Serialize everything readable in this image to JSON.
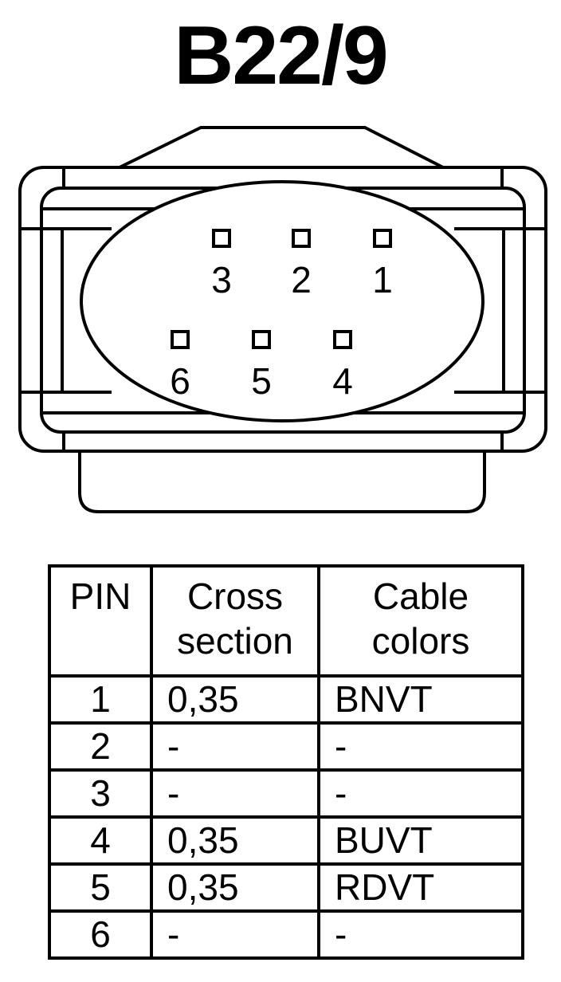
{
  "title": "B22/9",
  "pins": [
    {
      "label": "3",
      "row": 0,
      "col": 0
    },
    {
      "label": "2",
      "row": 0,
      "col": 1
    },
    {
      "label": "1",
      "row": 0,
      "col": 2
    },
    {
      "label": "6",
      "row": 1,
      "col": 0
    },
    {
      "label": "5",
      "row": 1,
      "col": 1
    },
    {
      "label": "4",
      "row": 1,
      "col": 2
    }
  ],
  "table": {
    "headers": {
      "pin": "PIN",
      "cross_section": [
        "Cross",
        "section"
      ],
      "cable_colors": [
        "Cable",
        "colors"
      ]
    },
    "rows": [
      {
        "pin": "1",
        "cross_section": "0,35",
        "cable_color": "BNVT"
      },
      {
        "pin": "2",
        "cross_section": "-",
        "cable_color": "-"
      },
      {
        "pin": "3",
        "cross_section": "-",
        "cable_color": "-"
      },
      {
        "pin": "4",
        "cross_section": "0,35",
        "cable_color": "BUVT"
      },
      {
        "pin": "5",
        "cross_section": "0,35",
        "cable_color": "RDVT"
      },
      {
        "pin": "6",
        "cross_section": "-",
        "cable_color": "-"
      }
    ]
  }
}
